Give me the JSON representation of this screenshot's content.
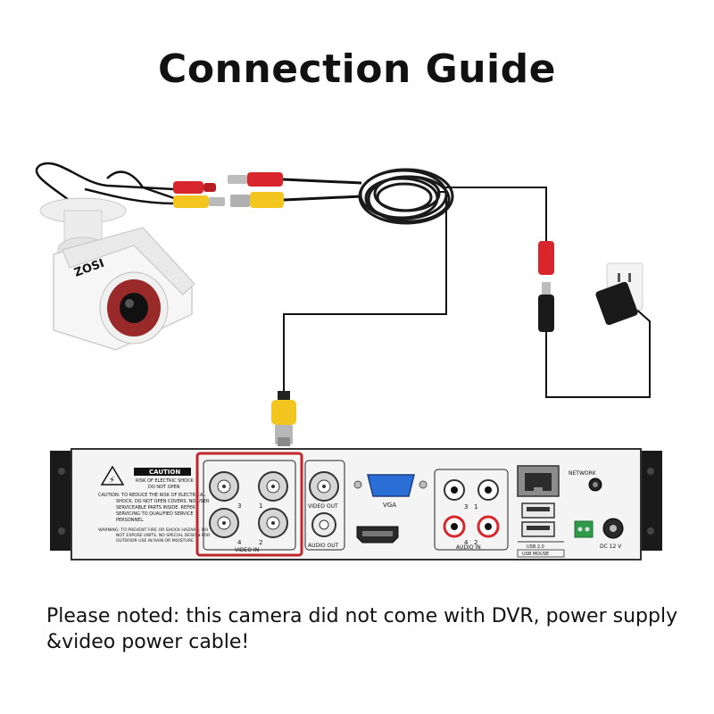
{
  "title": "Connection Guide",
  "note": "Please noted: this camera did not come with DVR, power supply &video power cable!",
  "camera": {
    "brand": "ZOSI"
  },
  "dvr": {
    "caution": {
      "heading": "CAUTION",
      "subhead_1": "RISK OF ELECTRIC SHOCK",
      "subhead_2": "DO  NOT OPEN",
      "text_1": "CAUTION: TO REDUCE THE RISK OF ELECTRICAL",
      "text_2": "SHOCK, DO NOT OPEN COVERS. NO USER",
      "text_3": "SERVICEABLE PARTS INSIDE. REFER",
      "text_4": "SERVICING TO QUALIFIED SERVICE",
      "text_5": "PERSONNEL.",
      "warn_1": "WARNING: TO PREVENT FIRE OR SHOCK HAZARD, DO",
      "warn_2": "NOT EXPOSE UNITS. NO SPECIAL DESIGN FOR",
      "warn_3": "OUTDOOR USE IN RAIN OR MOISTURE"
    },
    "video_in": {
      "label": "VIDEO IN",
      "ch3": "3",
      "ch1": "1",
      "ch4": "4",
      "ch2": "2"
    },
    "video_out": "VIDEO OUT",
    "audio_out": "AUDIO OUT",
    "vga": "VGA",
    "audio_in": {
      "label": "AUDIO IN",
      "ch3": "3",
      "ch1": "1",
      "ch4": "4",
      "ch2": "2"
    },
    "usb_1": "USB 2.0",
    "usb_2": "USB MOUSE",
    "network": "NETWORK",
    "dc": "DC 12 V"
  },
  "colors": {
    "highlight": "#c0272d",
    "bnc_yellow": "#f2c61f",
    "dc_red": "#d9262c",
    "cable": "#111111",
    "panel": "#f4f4f4"
  }
}
